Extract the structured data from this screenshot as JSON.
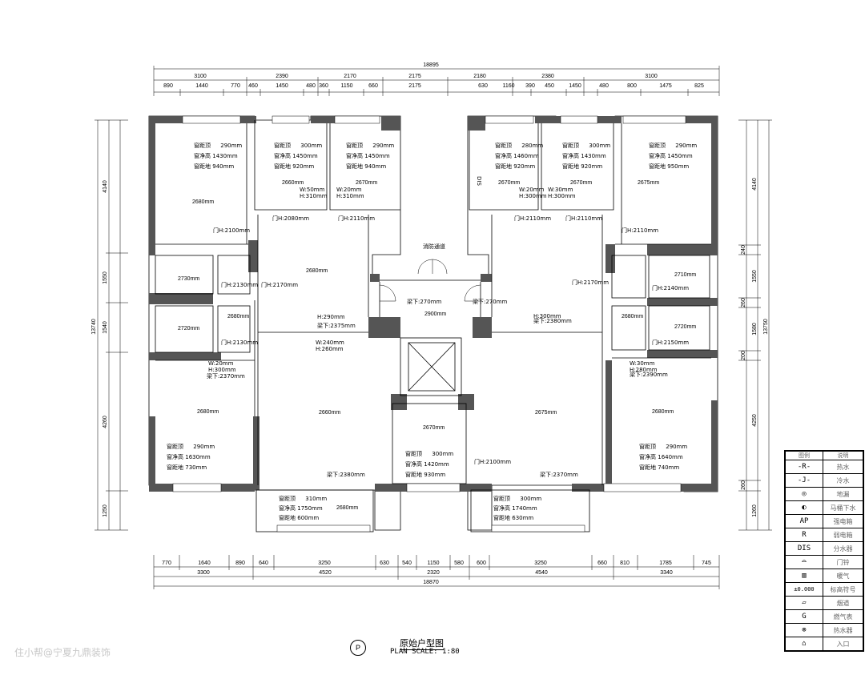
{
  "drawing": {
    "title_cn": "原始户型图",
    "title_en": "PLAN  SCALE: 1:80",
    "marker": "P",
    "watermark": "住小帮@宁夏九鼎装饰"
  },
  "dims": {
    "total_top": "18895",
    "top_mid": [
      "3100",
      "2390",
      "2170",
      "2175",
      "2180",
      "2380",
      "3100"
    ],
    "top_inner": [
      "890",
      "1440",
      "770",
      "460",
      "1450",
      "480",
      "360",
      "1150",
      "660",
      "2175",
      "630",
      "1160",
      "390",
      "450",
      "1450",
      "480",
      "800",
      "1475",
      "825"
    ],
    "total_bottom": "18870",
    "bot_mid": [
      "3300",
      "4520",
      "2320",
      "4540",
      "3340"
    ],
    "bot_inner": [
      "770",
      "1640",
      "890",
      "640",
      "3250",
      "630",
      "540",
      "1150",
      "580",
      "600",
      "3250",
      "660",
      "810",
      "1785",
      "745"
    ],
    "left_total": "13740",
    "left": [
      "4140",
      "1550",
      "1540",
      "4260",
      "1250"
    ],
    "right_total": "13750",
    "right": [
      "4140",
      "240",
      "1550",
      "260",
      "1580",
      "200",
      "4250",
      "260",
      "1260"
    ]
  },
  "rooms": {
    "ceil": [
      "2680mm",
      "2660mm",
      "2670mm",
      "2680mm",
      "2730mm",
      "2720mm",
      "2680mm",
      "2660mm",
      "2900mm",
      "2670mm",
      "2680mm",
      "2670mm",
      "2670mm",
      "2675mm",
      "2710mm",
      "2720mm",
      "2680mm",
      "2680mm",
      "2680mm",
      "2675mm"
    ],
    "win_a": {
      "k1": "窗距顶",
      "v1": "290mm",
      "k2": "窗净高",
      "v2": "1430mm",
      "k3": "窗距地",
      "v3": "940mm"
    },
    "win_b": {
      "k1": "窗距顶",
      "v1": "300mm",
      "k2": "窗净高",
      "v2": "1450mm",
      "k3": "窗距地",
      "v3": "920mm"
    },
    "win_c": {
      "k1": "窗距顶",
      "v1": "290mm",
      "k2": "窗净高",
      "v2": "1450mm",
      "k3": "窗距地",
      "v3": "940mm"
    },
    "win_d": {
      "k1": "窗距顶",
      "v1": "280mm",
      "k2": "窗净高",
      "v2": "1460mm",
      "k3": "窗距地",
      "v3": "920mm"
    },
    "win_e": {
      "k1": "窗距顶",
      "v1": "300mm",
      "k2": "窗净高",
      "v2": "1430mm",
      "k3": "窗距地",
      "v3": "920mm"
    },
    "win_f": {
      "k1": "窗距顶",
      "v1": "290mm",
      "k2": "窗净高",
      "v2": "1450mm",
      "k3": "窗距地",
      "v3": "950mm"
    },
    "win_g": {
      "k1": "窗距顶",
      "v1": "290mm",
      "k2": "窗净高",
      "v2": "1630mm",
      "k3": "窗距地",
      "v3": "730mm"
    },
    "win_h": {
      "k1": "窗距顶",
      "v1": "310mm",
      "k2": "窗净高",
      "v2": "1750mm",
      "k3": "窗距地",
      "v3": "600mm"
    },
    "win_i": {
      "k1": "窗距顶",
      "v1": "300mm",
      "k2": "窗净高",
      "v2": "1420mm",
      "k3": "窗距地",
      "v3": "930mm"
    },
    "win_j": {
      "k1": "窗距顶",
      "v1": "300mm",
      "k2": "窗净高",
      "v2": "1740mm",
      "k3": "窗距地",
      "v3": "630mm"
    },
    "win_k": {
      "k1": "窗距顶",
      "v1": "290mm",
      "k2": "窗净高",
      "v2": "1640mm",
      "k3": "窗距地",
      "v3": "740mm"
    }
  },
  "notes": {
    "door": [
      "门H:2100mm",
      "门H:2080mm",
      "门H:2110mm",
      "门H:2170mm",
      "门H:2130mm",
      "门H:2130mm",
      "门H:2110mm",
      "门H:2110mm",
      "门H:2110mm",
      "门H:2170mm",
      "门H:2140mm",
      "门H:2150mm",
      "门H:2100mm"
    ],
    "beam": [
      "梁下:2370mm",
      "梁下:2380mm",
      "梁下:2370mm",
      "梁下:2390mm",
      "梁下:270mm",
      "梁下:270mm",
      "梁下:2375mm",
      "梁下:2380mm"
    ],
    "beamhw": [
      "W:50mm",
      "H:310mm",
      "W:20mm",
      "H:310mm",
      "W:20mm",
      "H:300mm",
      "W:30mm",
      "H:300mm",
      "W:20mm",
      "H:300mm",
      "W:30mm",
      "H:280mm",
      "H:290mm",
      "W:240mm",
      "H:260mm",
      "H:300mm"
    ],
    "corridor": "消防通道",
    "dis": "DIS"
  },
  "legend": {
    "head_a": "图例",
    "head_b": "说明",
    "rows": [
      {
        "sym": "-R-",
        "text": "热水"
      },
      {
        "sym": "-J-",
        "text": "冷水"
      },
      {
        "sym": "◎",
        "text": "地漏"
      },
      {
        "sym": "◐",
        "text": "马桶下水"
      },
      {
        "sym": "AP",
        "text": "强电箱"
      },
      {
        "sym": "R",
        "text": "弱电箱"
      },
      {
        "sym": "DIS",
        "text": "分水器"
      },
      {
        "sym": "⌓",
        "text": "门铃"
      },
      {
        "sym": "▥",
        "text": "暖气"
      },
      {
        "sym": "±0.000",
        "text": "标高符号"
      },
      {
        "sym": "▱",
        "text": "烟道"
      },
      {
        "sym": "G",
        "text": "燃气表"
      },
      {
        "sym": "⊗",
        "text": "热水器"
      },
      {
        "sym": "⌂",
        "text": "入口"
      }
    ]
  }
}
